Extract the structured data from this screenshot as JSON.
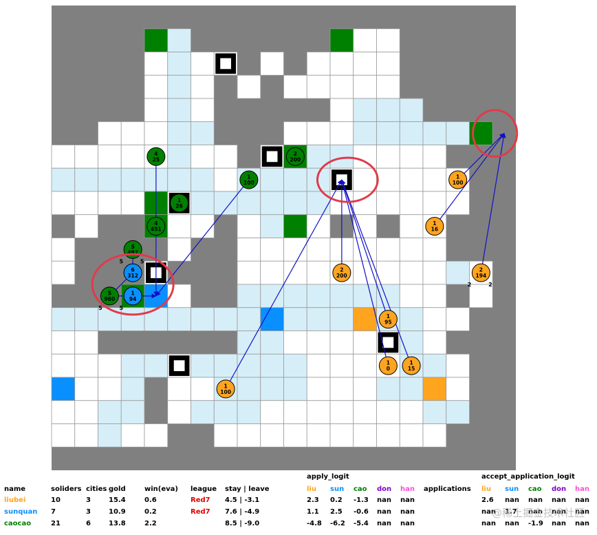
{
  "colors": {
    "wall": "#808080",
    "empty": "#ffffff",
    "road": "#d6eef8",
    "cao": "#008000",
    "sun": "#0a8fff",
    "liu": "#ffa41f",
    "city_frame": "#000000",
    "arrow": "#1010c8",
    "highlight": "#e03b4a",
    "gridline": "#9a9a9a",
    "red_league": "#e00000",
    "don": "#8000c8",
    "han": "#ff4fd0"
  },
  "board": {
    "columns": 20,
    "rows": 20,
    "layout": [
      "WWWWWWWWWWWWWWWWWWWW",
      "WWWWGRWWWWWWGEEWWWWW",
      "WWWWERECWEWEEEEWWWWW",
      "WWWWEREWEWEEEEEWWWWW",
      "WWWWEREWWWWWERRRWWWW",
      "WWEEERRWWWEEERRRRRGW",
      "EEEEEREEWCGRREEEEWWW",
      "RRRRRRRERRRRCEEEEEWW",
      "EEEEGCRRRRRREEEEEEWW",
      "WEWWGEEWERGEWEWEEWWW",
      "EWWWWEWWEEEEEEEEEWWW",
      "EWWWCWWWEEEEEEEEEREW",
      "WWWGSEWWRRRRRRREEWEW",
      "RRRRRRRRRSRRRLRREEWW",
      "EEWWWWWWRREEEECREWWW",
      "EEERRCRRRRREEEERREWW",
      "SEERWEERRRREEERRLEWW",
      "EERRWERRREEEEEEERRWW",
      "EEREEWWEEEEEEEEEEWWW",
      "WWWWWWWWWWWWWWWWWWWW"
    ],
    "units": [
      {
        "id": "cao-a",
        "side": "cao",
        "col": 4.5,
        "row": 6.5,
        "top": "4",
        "bottom": "25"
      },
      {
        "id": "cao-b",
        "side": "cao",
        "col": 10.5,
        "row": 6.5,
        "top": "2",
        "bottom": "200"
      },
      {
        "id": "cao-c",
        "side": "cao",
        "col": 8.5,
        "row": 7.5,
        "top": "1",
        "bottom": "100"
      },
      {
        "id": "cao-d",
        "side": "cao",
        "col": 5.5,
        "row": 8.5,
        "top": "1",
        "bottom": "26"
      },
      {
        "id": "cao-e",
        "side": "cao",
        "col": 4.5,
        "row": 9.5,
        "top": "4",
        "bottom": "451"
      },
      {
        "id": "cao-f",
        "side": "cao",
        "col": 3.5,
        "row": 10.5,
        "top": "5",
        "bottom": "492"
      },
      {
        "id": "cao-g",
        "side": "cao",
        "col": 2.5,
        "row": 12.5,
        "top": "5",
        "bottom": "960"
      },
      {
        "id": "sun-a",
        "side": "sun",
        "col": 3.5,
        "row": 11.5,
        "top": "6",
        "bottom": "312"
      },
      {
        "id": "sun-b",
        "side": "sun",
        "col": 3.5,
        "row": 12.5,
        "top": "1",
        "bottom": "94"
      },
      {
        "id": "liu-a",
        "side": "liu",
        "col": 17.5,
        "row": 7.5,
        "top": "1",
        "bottom": "100"
      },
      {
        "id": "liu-b",
        "side": "liu",
        "col": 16.5,
        "row": 9.5,
        "top": "1",
        "bottom": "16"
      },
      {
        "id": "liu-c",
        "side": "liu",
        "col": 12.5,
        "row": 11.5,
        "top": "2",
        "bottom": "200"
      },
      {
        "id": "liu-d",
        "side": "liu",
        "col": 18.5,
        "row": 11.5,
        "top": "2",
        "bottom": "194"
      },
      {
        "id": "liu-e",
        "side": "liu",
        "col": 14.5,
        "row": 13.5,
        "top": "1",
        "bottom": "95"
      },
      {
        "id": "liu-f",
        "side": "liu",
        "col": 14.5,
        "row": 15.5,
        "top": "1",
        "bottom": "0"
      },
      {
        "id": "liu-g",
        "side": "liu",
        "col": 15.5,
        "row": 15.5,
        "top": "1",
        "bottom": "15"
      },
      {
        "id": "liu-h",
        "side": "liu",
        "col": 7.5,
        "row": 16.5,
        "top": "1",
        "bottom": "100"
      }
    ],
    "small_labels": [
      {
        "text": "5",
        "col": 3.0,
        "row": 11.0
      },
      {
        "text": "5",
        "col": 3.9,
        "row": 11.0
      },
      {
        "text": "5",
        "col": 2.1,
        "row": 13.0
      },
      {
        "text": "5",
        "col": 3.0,
        "row": 13.0
      },
      {
        "text": "2",
        "col": 18.0,
        "row": 12.0
      },
      {
        "text": "2",
        "col": 18.9,
        "row": 12.0
      }
    ],
    "arrows": [
      {
        "from": [
          4.5,
          6.5
        ],
        "to": [
          4.5,
          12.5
        ]
      },
      {
        "from": [
          8.5,
          7.5
        ],
        "to": [
          4.5,
          12.5
        ]
      },
      {
        "from": [
          3.5,
          10.5
        ],
        "to": [
          3.5,
          11.5
        ]
      },
      {
        "from": [
          2.5,
          12.5
        ],
        "to": [
          3.5,
          11.5
        ]
      },
      {
        "from": [
          2.5,
          12.5
        ],
        "to": [
          4.5,
          12.5
        ]
      },
      {
        "from": [
          12.5,
          11.5
        ],
        "to": [
          12.5,
          7.5
        ]
      },
      {
        "from": [
          14.5,
          13.5
        ],
        "to": [
          12.5,
          7.5
        ]
      },
      {
        "from": [
          14.5,
          15.5
        ],
        "to": [
          12.5,
          7.5
        ]
      },
      {
        "from": [
          15.5,
          15.5
        ],
        "to": [
          12.5,
          7.5
        ]
      },
      {
        "from": [
          7.5,
          16.5
        ],
        "to": [
          12.5,
          7.5
        ]
      },
      {
        "from": [
          17.5,
          7.5
        ],
        "to": [
          19.5,
          5.5
        ]
      },
      {
        "from": [
          16.5,
          9.5
        ],
        "to": [
          19.5,
          5.5
        ]
      },
      {
        "from": [
          18.5,
          11.5
        ],
        "to": [
          19.5,
          5.5
        ]
      }
    ],
    "highlights": [
      {
        "col": 3.5,
        "row": 12.0,
        "rx": 1.75,
        "ry": 1.3
      },
      {
        "col": 12.75,
        "row": 7.5,
        "rx": 1.3,
        "ry": 0.95
      },
      {
        "col": 19.1,
        "row": 5.5,
        "rx": 0.95,
        "ry": 1.0
      }
    ]
  },
  "stats": {
    "group_apply": "apply_logit",
    "group_accept": "accept_application_logit",
    "headers": {
      "name": "name",
      "soliders": "soliders",
      "cities": "cities",
      "gold": "gold",
      "win": "win(eva)",
      "league": "league",
      "stay": "stay | leave",
      "applications": "applications"
    },
    "factions": [
      "liu",
      "sun",
      "cao",
      "don",
      "han"
    ],
    "players": [
      {
        "name": "liubei",
        "soliders": "10",
        "cities": "3",
        "gold": "15.4",
        "win": "0.6",
        "league": "Red7",
        "stay": "4.5 | -3.1",
        "apply": [
          "2.3",
          "0.2",
          "-1.3",
          "nan",
          "nan"
        ],
        "applications": "",
        "accept": [
          "2.6",
          "nan",
          "nan",
          "nan",
          "nan"
        ]
      },
      {
        "name": "sunquan",
        "soliders": "7",
        "cities": "3",
        "gold": "10.9",
        "win": "0.2",
        "league": "Red7",
        "stay": "7.6 | -4.9",
        "apply": [
          "1.1",
          "2.5",
          "-0.6",
          "nan",
          "nan"
        ],
        "applications": "",
        "accept": [
          "nan",
          "1.7",
          "nan",
          "nan",
          "nan"
        ]
      },
      {
        "name": "caocao",
        "soliders": "21",
        "cities": "6",
        "gold": "13.8",
        "win": "2.2",
        "league": "",
        "stay": "8.5 | -9.0",
        "apply": [
          "-4.8",
          "-6.2",
          "-5.4",
          "nan",
          "nan"
        ],
        "applications": "",
        "accept": [
          "nan",
          "nan",
          "-1.9",
          "nan",
          "nan"
        ]
      }
    ],
    "watermark": "@稀土掘金技术社区"
  }
}
